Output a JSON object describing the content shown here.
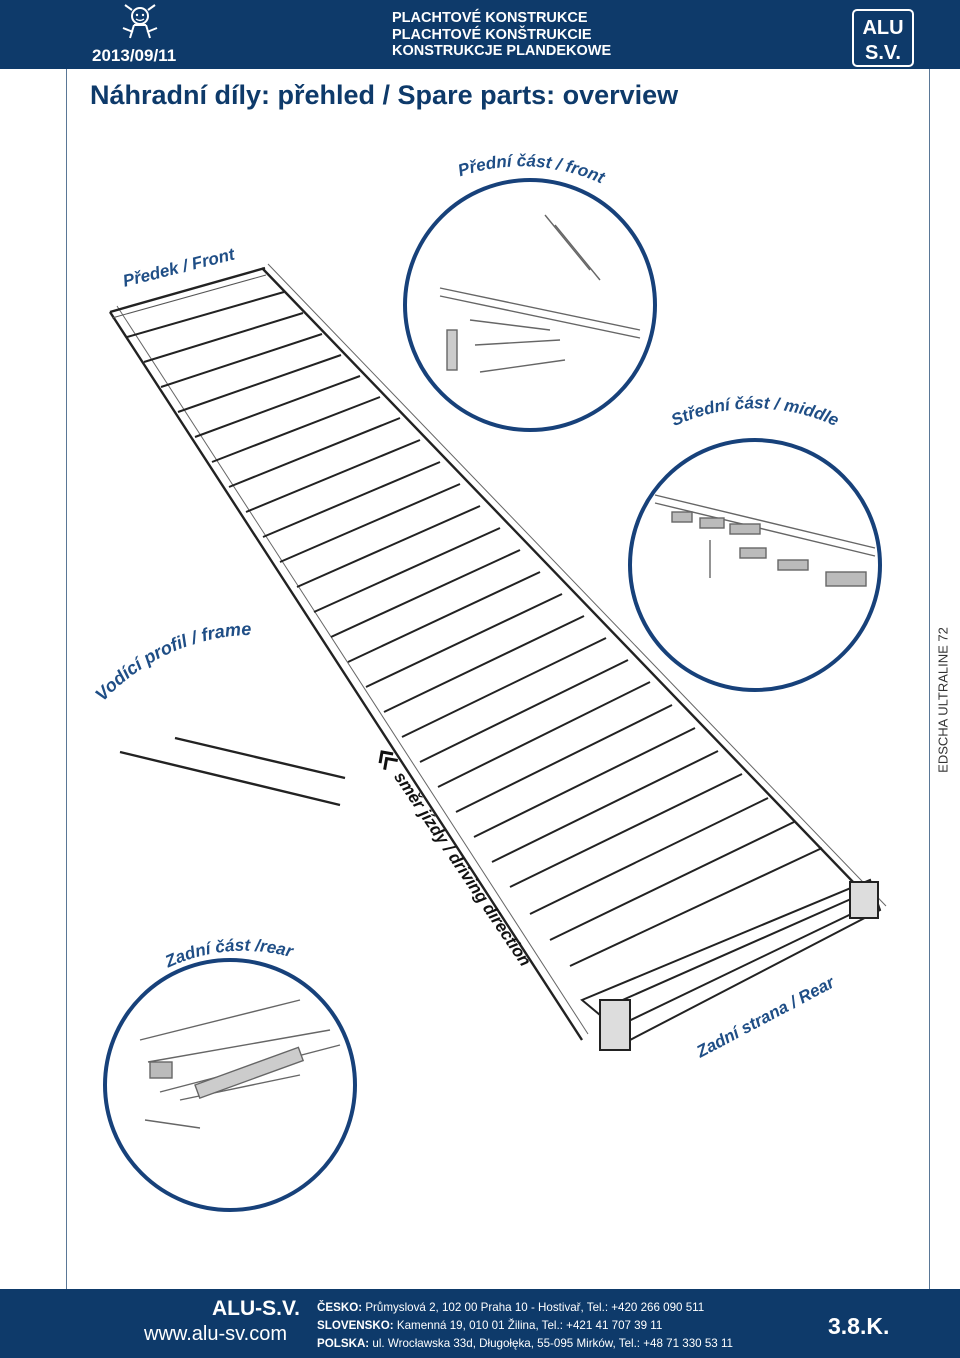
{
  "header": {
    "date": "2013/09/11",
    "titles": [
      "PLACHTOVÉ KONSTRUKCE",
      "PLACHTOVÉ KONŠTRUKCIE",
      "KONSTRUKCJE PLANDEKOWE"
    ],
    "logo_text_top": "ALU",
    "logo_text_bottom": "S.V.",
    "logo_icon": "alu-sv-logo-icon",
    "mascot_icon": "mascot-icon"
  },
  "page": {
    "title": "Náhradní díly: přehled / Spare parts: overview",
    "side_label": "EDSCHA ULTRALINE 72"
  },
  "labels": {
    "front_part": "Přední část / front",
    "front": "Předek / Front",
    "middle_part": "Střední část / middle",
    "frame": "Vodící profil / frame",
    "direction": "směr jízdy / driving direction",
    "direction_icon": "double-chevron-left-icon",
    "rear_part": "Zadní část /rear",
    "rear_side": "Zadní strana / Rear"
  },
  "footer": {
    "brand": "ALU-S.V.",
    "website": "www.alu-sv.com",
    "addresses": [
      {
        "country": "ČESKO:",
        "text": " Průmyslová 2, 102 00 Praha 10 - Hostivař, Tel.: +420 266 090 511"
      },
      {
        "country": "SLOVENSKO:",
        "text": " Kamenná 19, 010 01 Žilina,  Tel.: +421 41 707 39 11"
      },
      {
        "country": "POLSKA:",
        "text": " ul. Wrocławska 33d, Długołęka, 55-095 Mirków, Tel.: +48 71 330 53 11"
      }
    ],
    "page_number": "3.8.K."
  },
  "colors": {
    "brand_blue": "#0e3a6a",
    "label_blue": "#1f4e86",
    "circle_blue": "#17417a"
  }
}
